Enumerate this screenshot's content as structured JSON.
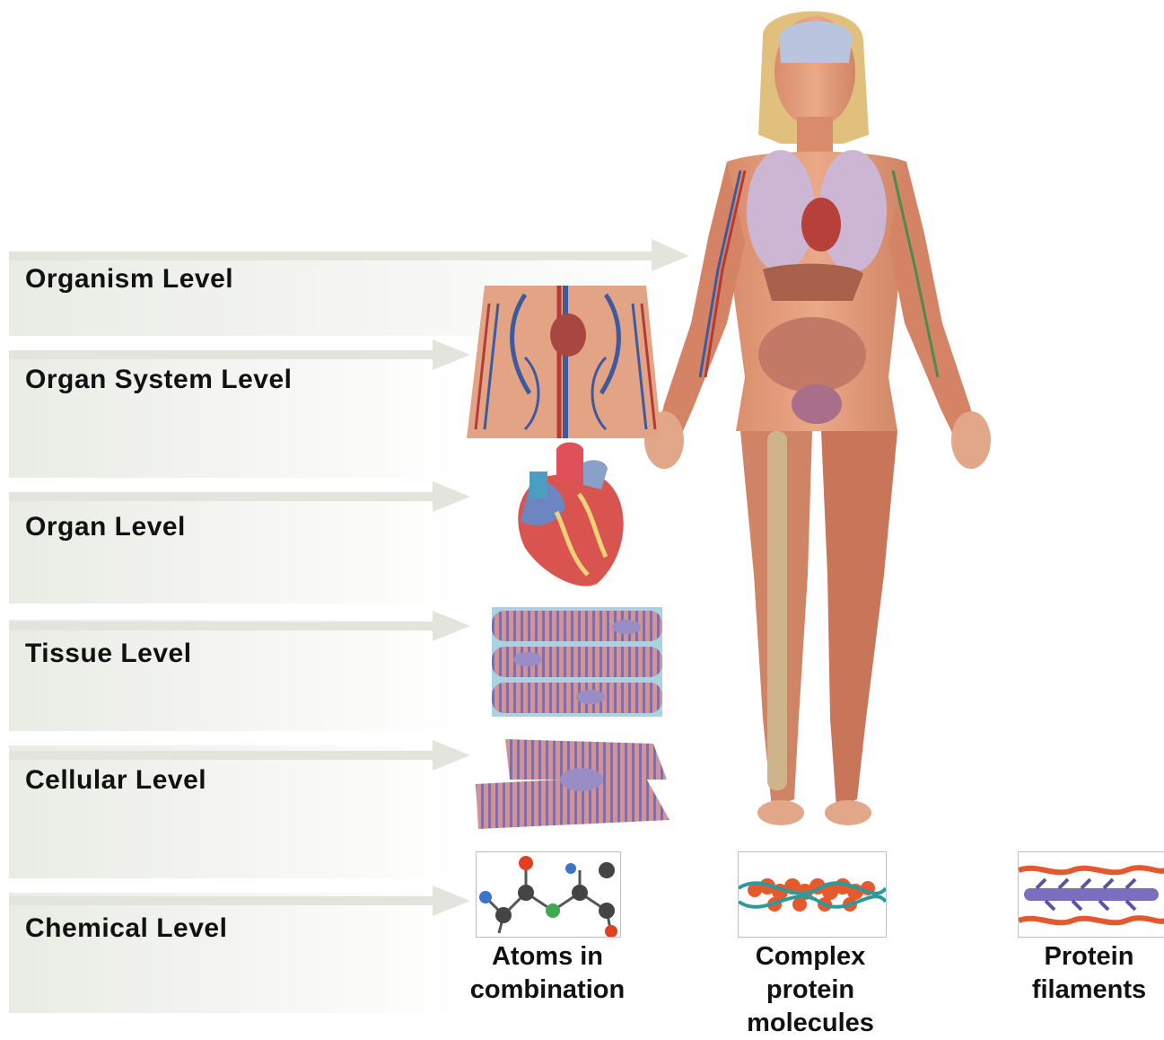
{
  "levels": [
    {
      "name": "Organism Level"
    },
    {
      "name": "Organ System Level"
    },
    {
      "name": "Organ Level"
    },
    {
      "name": "Tissue Level"
    },
    {
      "name": "Cellular Level"
    },
    {
      "name": "Chemical Level"
    }
  ],
  "chemical_examples": [
    {
      "lines": [
        "Atoms in",
        "combination"
      ]
    },
    {
      "lines": [
        "Complex",
        "protein",
        "molecules"
      ]
    },
    {
      "lines": [
        "Protein",
        "filaments"
      ]
    }
  ]
}
